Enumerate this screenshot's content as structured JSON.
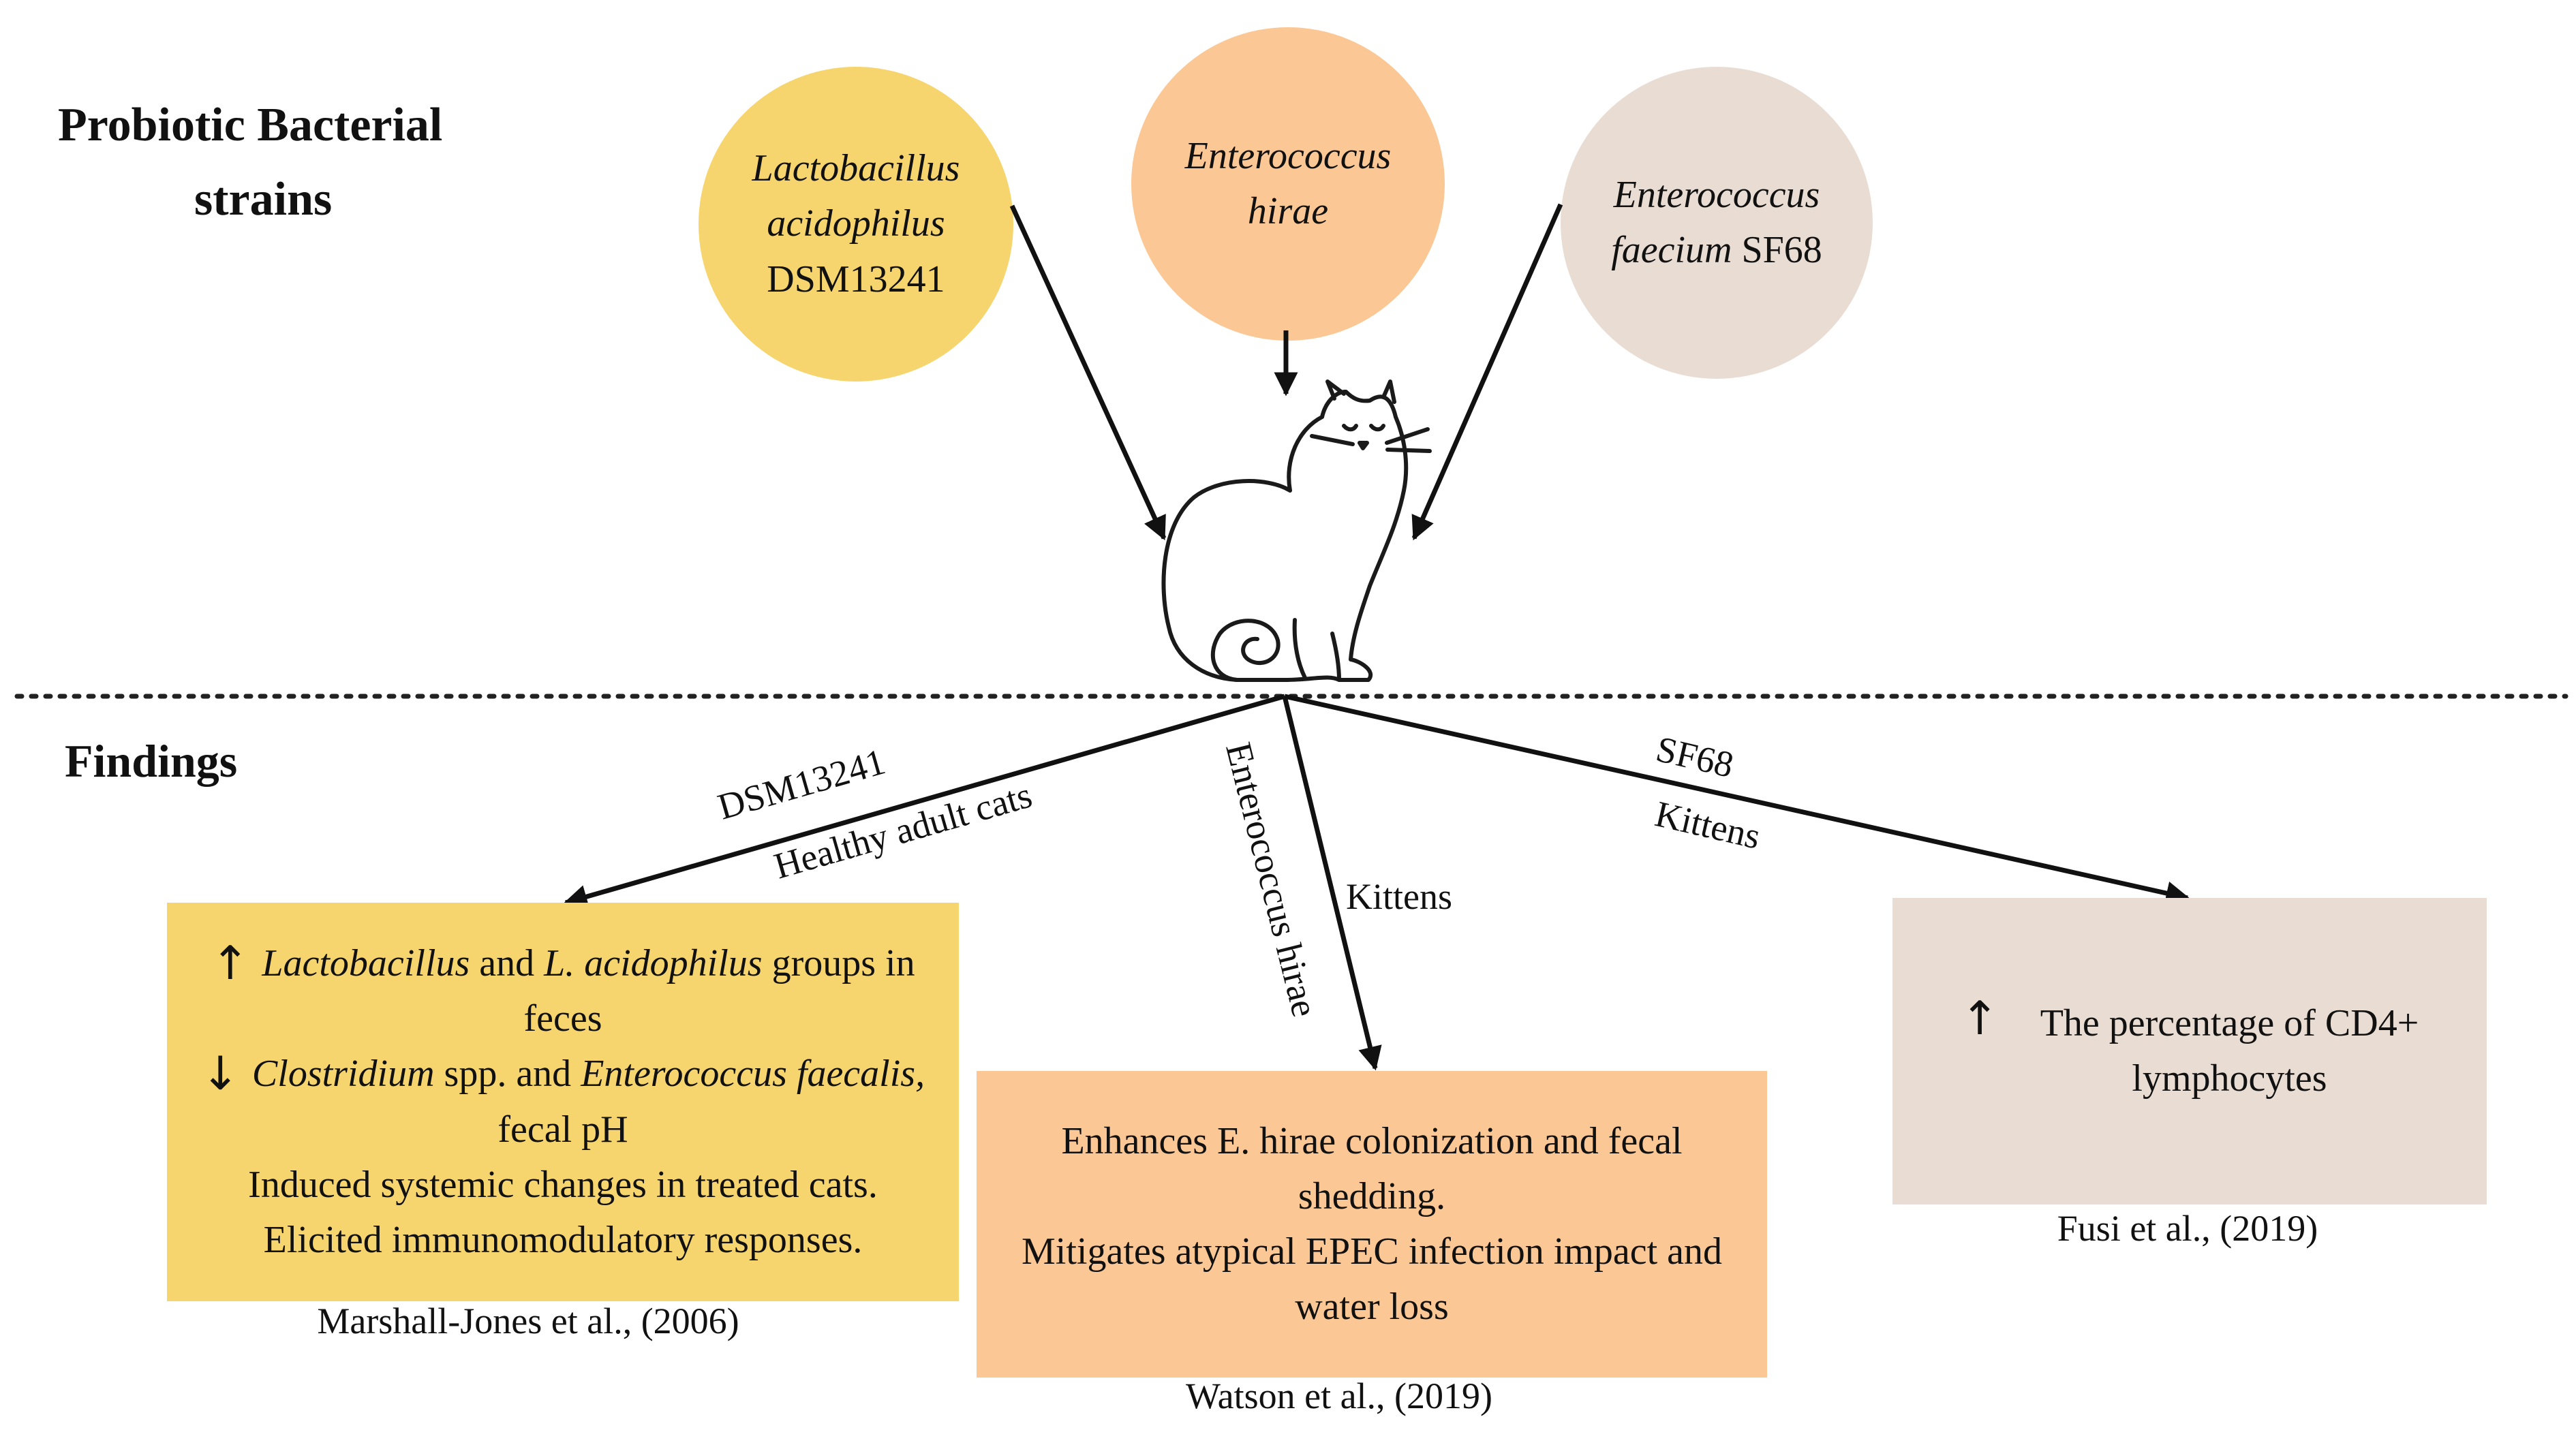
{
  "headings": {
    "top": "Probiotic Bacterial strains",
    "top_line1": "Probiotic Bacterial",
    "top_line2": "strains",
    "bottom": "Findings"
  },
  "strains": [
    {
      "genus": "Lactobacillus",
      "species": "acidophilus",
      "strain": "DSM13241",
      "color": "#f6d56e"
    },
    {
      "genus": "Enterococcus",
      "species": "hirae",
      "strain": "",
      "color": "#fbc795"
    },
    {
      "genus": "Enterococcus",
      "species": "faecium",
      "strain": "SF68",
      "color": "#e9ddd3"
    }
  ],
  "branch_labels": {
    "left_top": "DSM13241",
    "left_bottom": "Healthy adult cats",
    "middle_vertical": "Enterococcus hirae",
    "middle_side": "Kittens",
    "right_top": "SF68",
    "right_bottom": "Kittens"
  },
  "findings": {
    "left": {
      "color": "#f6d56e",
      "up_glyph": "↑",
      "down_glyph": "↓",
      "l1_a": "Lactobacillus",
      "l1_b": " and ",
      "l1_c": "L. acidophilus",
      "l1_d": " groups in",
      "l2": "feces",
      "l3_a": "Clostridium",
      "l3_b": " spp. and ",
      "l3_c": "Enterococcus faecalis,",
      "l4": "fecal pH",
      "l5": "Induced systemic changes in treated cats.",
      "l6": "Elicited immunomodulatory responses.",
      "citation": "Marshall-Jones  et al., (2006)"
    },
    "middle": {
      "color": "#fbc795",
      "l1": "Enhances E. hirae colonization and fecal",
      "l2": "shedding.",
      "l3": "Mitigates atypical EPEC infection impact and",
      "l4": "water loss",
      "citation": "Watson  et al., (2019)"
    },
    "right": {
      "color": "#e9ddd3",
      "up_glyph": "↑",
      "l1": "The percentage of CD4+",
      "l2": "lymphocytes",
      "citation": "Fusi  et al., (2019)"
    }
  }
}
